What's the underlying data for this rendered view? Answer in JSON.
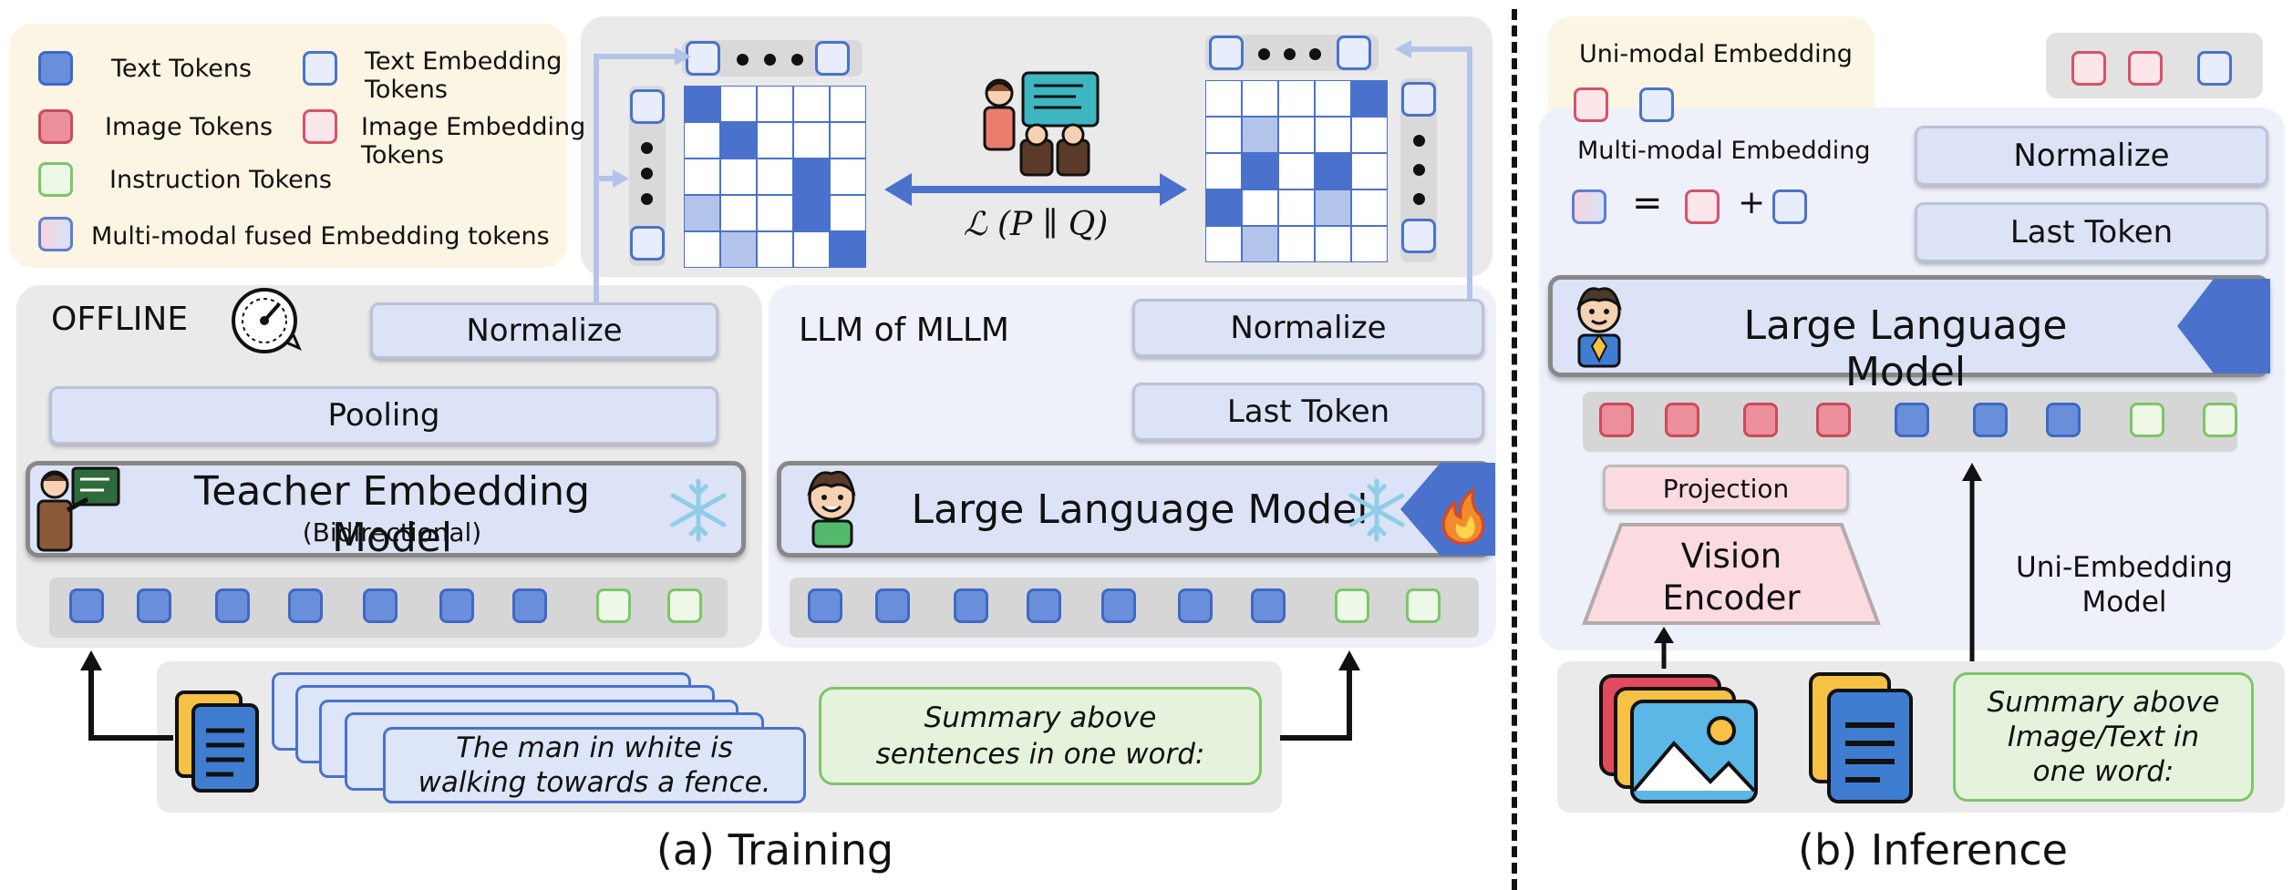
{
  "legend": {
    "text_tokens": "Text Tokens",
    "text_embedding_tokens": "Text Embedding\nTokens",
    "image_tokens": "Image Tokens",
    "image_embedding_tokens": "Image Embedding\nTokens",
    "instruction_tokens": "Instruction Tokens",
    "multimodal_fused": "Multi-modal fused Embedding tokens"
  },
  "training": {
    "offline_label": "OFFLINE",
    "teacher_normalize": "Normalize",
    "pooling": "Pooling",
    "teacher_model_title": "Teacher Embedding Model",
    "teacher_model_subtitle": "(Bidirectional)",
    "llm_of_mllm": "LLM of MLLM",
    "student_normalize": "Normalize",
    "last_token": "Last Token",
    "student_model": "Large Language Model",
    "loss": "ℒ (P ∥ Q)",
    "sentence_text": "The man in white is\nwalking towards a fence.",
    "instruction_text": "Summary above\nsentences in one word:",
    "caption": "(a) Training",
    "teacher_matrix": [
      [
        1,
        0,
        0,
        0,
        0
      ],
      [
        0,
        1,
        0,
        0,
        0
      ],
      [
        0,
        0,
        0,
        1,
        0
      ],
      [
        0.5,
        0,
        0,
        1,
        0
      ],
      [
        0,
        0.5,
        0,
        0,
        1
      ]
    ],
    "student_matrix": [
      [
        0,
        0,
        0,
        0,
        1
      ],
      [
        0,
        0.5,
        0,
        0,
        0
      ],
      [
        0,
        1,
        0,
        1,
        0
      ],
      [
        1,
        0,
        0,
        0.5,
        0
      ],
      [
        0,
        0.5,
        0,
        0,
        0
      ]
    ]
  },
  "inference": {
    "unimodal_embedding": "Uni-modal Embedding",
    "multimodal_embedding": "Multi-modal Embedding",
    "equals": "=",
    "plus": "+",
    "normalize": "Normalize",
    "last_token": "Last Token",
    "llm": "Large Language Model",
    "projection": "Projection",
    "vision_encoder": "Vision\nEncoder",
    "uni_embedding_model": "Uni-Embedding\nModel",
    "instruction_text": "Summary above\nImage/Text  in\none word:",
    "caption": "(b) Inference"
  },
  "colors": {
    "text_token": "#6a8fda",
    "image_token": "#ea8f9b",
    "instruction_token": "#eef8e7",
    "matrix_dark": "#4a72cc",
    "matrix_light": "#b3c4ea",
    "arrow_blue": "#4a72cc",
    "model_band": "#dce3f6"
  }
}
